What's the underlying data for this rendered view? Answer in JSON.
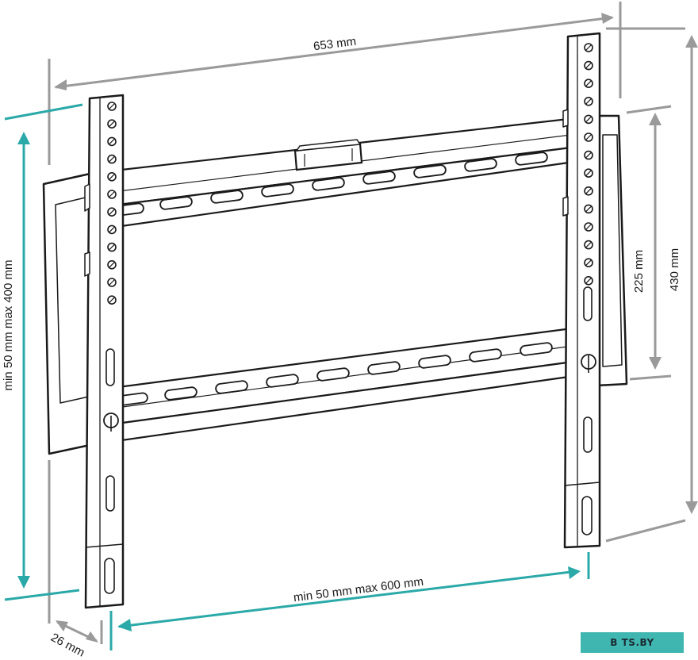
{
  "dimensions": {
    "overall_width": "653 mm",
    "overall_height": "430 mm",
    "rail_spacing": "225 mm",
    "vesa_vertical": "min 50 mm max 400 mm",
    "vesa_horizontal": "min 50 mm max 600 mm",
    "depth": "26 mm"
  },
  "watermark": {
    "text": "B TS.BY"
  },
  "colors": {
    "accent_teal": "#2aa9a8",
    "grey_dimension": "#9a9a9a",
    "outline": "#1a1a1a"
  }
}
